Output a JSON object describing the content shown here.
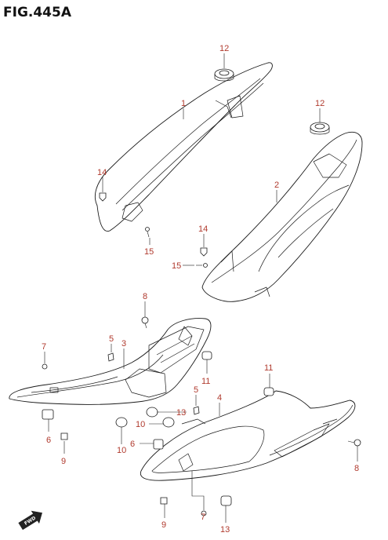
{
  "title": "FIG.445A",
  "fwd_label": "FWD",
  "callouts": {
    "c1": "1",
    "c2": "2",
    "c3": "3",
    "c4": "4",
    "c5a": "5",
    "c5b": "5",
    "c6a": "6",
    "c6b": "6",
    "c7a": "7",
    "c7b": "7",
    "c8a": "8",
    "c8b": "8",
    "c9a": "9",
    "c9b": "9",
    "c10a": "10",
    "c10b": "10",
    "c11a": "11",
    "c11b": "11",
    "c12a": "12",
    "c12b": "12",
    "c13a": "13",
    "c13b": "13",
    "c14a": "14",
    "c14b": "14",
    "c15a": "15",
    "c15b": "15"
  },
  "colors": {
    "callout": "#b03a2e",
    "line": "#1a1a1a"
  }
}
